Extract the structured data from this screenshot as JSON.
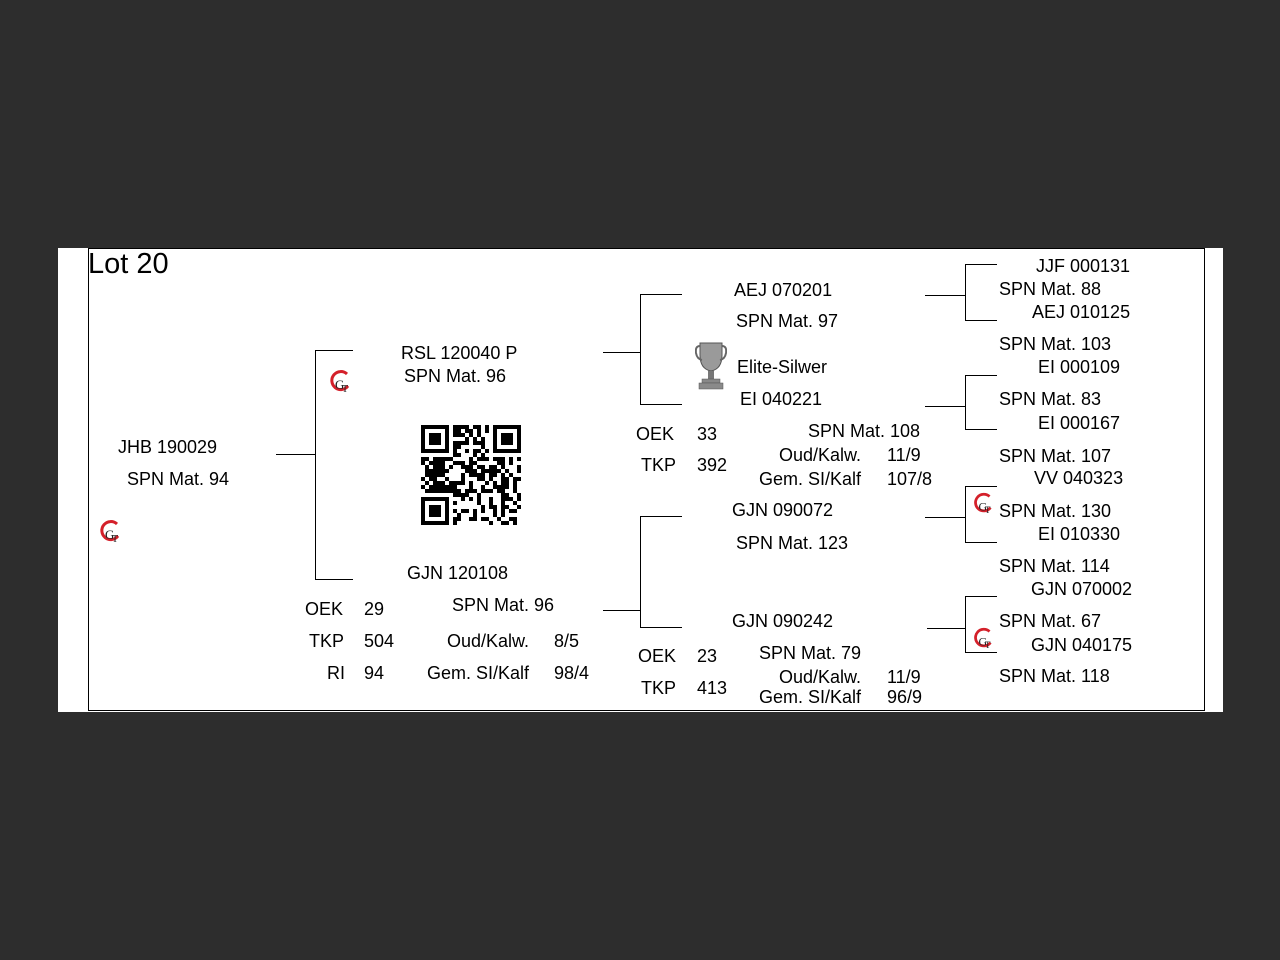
{
  "lot": "Lot 20",
  "subject": {
    "id": "JHB 190029",
    "spn": "SPN Mat. 94"
  },
  "sire": {
    "id": "RSL 120040   P",
    "spn": "SPN Mat. 96"
  },
  "dam": {
    "id": "GJN 120108",
    "spn": "SPN Mat. 96",
    "stats": {
      "oek_label": "OEK",
      "oek_value": "29",
      "tkp_label": "TKP",
      "tkp_value": "504",
      "ri_label": "RI",
      "ri_value": "94",
      "oud_label": "Oud/Kalw.",
      "oud_value": "8/5",
      "gem_label": "Gem. SI/Kalf",
      "gem_value": "98/4"
    }
  },
  "sire_sire": {
    "id": "AEJ 070201",
    "spn": "SPN Mat. 97"
  },
  "award": "Elite-Silwer",
  "sire_dam": {
    "id": "EI  040221",
    "spn": "SPN Mat. 108",
    "stats": {
      "oek_label": "OEK",
      "oek_value": "33",
      "tkp_label": "TKP",
      "tkp_value": "392",
      "oud_label": "Oud/Kalw.",
      "oud_value": "11/9",
      "gem_label": "Gem. SI/Kalf",
      "gem_value": "107/8"
    }
  },
  "dam_sire": {
    "id": "GJN 090072",
    "spn": "SPN Mat. 123"
  },
  "dam_dam": {
    "id": "GJN 090242",
    "spn": "SPN Mat. 79",
    "stats": {
      "oek_label": "OEK",
      "oek_value": "23",
      "tkp_label": "TKP",
      "tkp_value": "413",
      "oud_label": "Oud/Kalw.",
      "oud_value": "11/9",
      "gem_label": "Gem. SI/Kalf",
      "gem_value": "96/9"
    }
  },
  "great_grandparents": [
    {
      "id": "JJF 000131",
      "spn": "SPN Mat. 88"
    },
    {
      "id": "AEJ 010125",
      "spn": "SPN Mat. 103"
    },
    {
      "id": "EI  000109",
      "spn": "SPN Mat. 83"
    },
    {
      "id": "EI  000167",
      "spn": "SPN Mat. 107"
    },
    {
      "id": "VV  040323",
      "spn": "SPN Mat. 130"
    },
    {
      "id": "EI  010330",
      "spn": "SPN Mat. 114"
    },
    {
      "id": "GJN 070002",
      "spn": "SPN Mat. 67"
    },
    {
      "id": "GJN 040175",
      "spn": "SPN Mat. 118"
    }
  ],
  "icons": {
    "logo": "gt-logo-icon",
    "qr": "qr-code-icon",
    "award": "trophy-icon"
  },
  "colors": {
    "logo_red": "#d4202a",
    "background": "#2d2d2d"
  }
}
